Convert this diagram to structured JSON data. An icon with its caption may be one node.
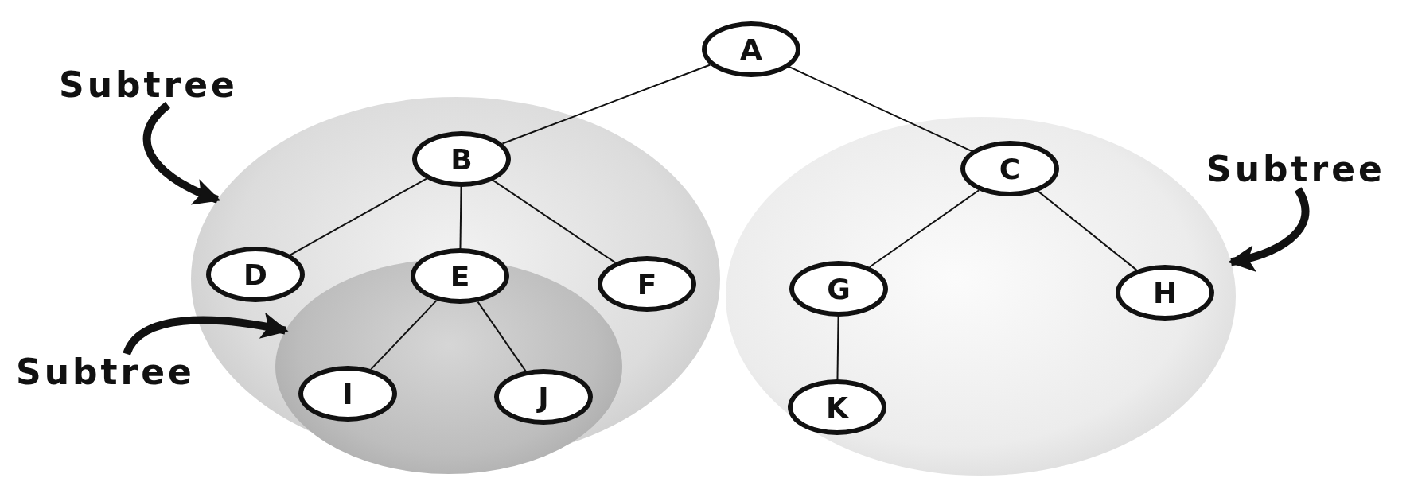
{
  "diagram": {
    "nodes": [
      {
        "text": [
          "A"
        ]
      },
      {
        "text": [
          "Subtree"
        ]
      },
      {
        "text": [],
        "shape": "circle"
      },
      {
        "text": [
          "B"
        ],
        "in": 2
      },
      {
        "text": [
          "D"
        ],
        "in": 2
      },
      {
        "text": [
          "E"
        ],
        "in": 2
      },
      {
        "text": [
          "F"
        ],
        "in": 2
      },
      {
        "text": [
          "Subtree"
        ]
      },
      {
        "text": [],
        "shape": "circle"
      },
      {
        "text": [
          "C"
        ],
        "in": 8
      },
      {
        "text": [
          "G"
        ],
        "in": 8
      },
      {
        "text": [
          "H"
        ],
        "in": 8
      },
      {
        "text": [
          "K"
        ],
        "in": 8
      },
      {
        "text": [
          "Subtree"
        ]
      },
      {
        "text": [],
        "shape": "circle"
      },
      {
        "text": [
          "I"
        ],
        "in": 14
      },
      {
        "text": [
          "J"
        ],
        "in": 14
      }
    ],
    "edges": [
      {
        "from": 0,
        "to": 3,
        "arrow": "none"
      },
      {
        "from": 0,
        "to": 9,
        "arrow": "none"
      },
      {
        "from": 3,
        "to": 4,
        "arrow": "none"
      },
      {
        "from": 3,
        "to": 5,
        "arrow": "none"
      },
      {
        "from": 3,
        "to": 6,
        "arrow": "none"
      },
      {
        "from": 9,
        "to": 10,
        "arrow": "none"
      },
      {
        "from": 9,
        "to": 11,
        "arrow": "none"
      },
      {
        "from": 5,
        "to": 15,
        "arrow": "none"
      },
      {
        "from": 5,
        "to": 16,
        "arrow": "none"
      },
      {
        "from": 10,
        "to": 12,
        "arrow": "none"
      },
      {
        "from": 1,
        "to": 2,
        "arrow": "to",
        "style": "thick"
      },
      {
        "from": 7,
        "to": 8,
        "arrow": "to",
        "style": "thick"
      },
      {
        "from": 13,
        "to": 14,
        "arrow": "to",
        "style": "thick"
      }
    ]
  }
}
